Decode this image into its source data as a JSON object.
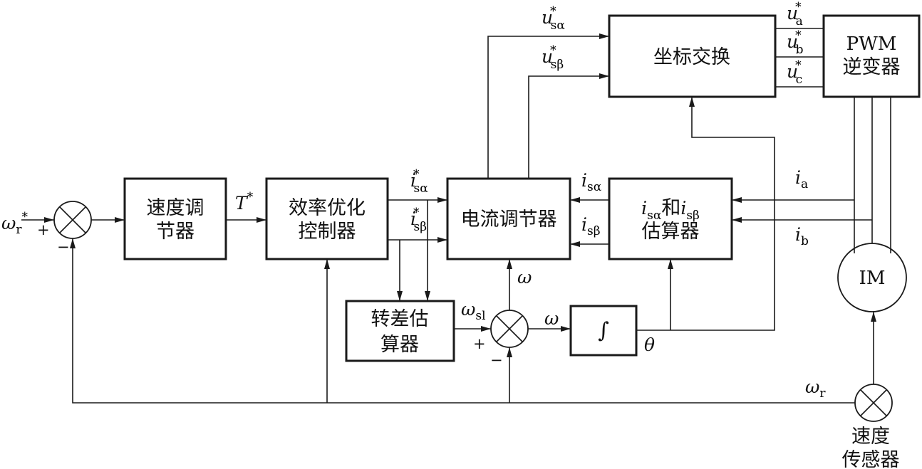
{
  "blocks": {
    "speed_reg": [
      "速度调",
      "节器"
    ],
    "eff_ctrl": [
      "效率优化",
      "控制器"
    ],
    "current_reg": "电流调节器",
    "coord": "坐标交换",
    "pwm": [
      "PWM",
      "逆变器"
    ],
    "estimator": [
      "和",
      "估算器"
    ],
    "slip": [
      "转差估",
      "算器"
    ],
    "motor": "IM",
    "integrator": "∫",
    "sensor": [
      "速度",
      "传感器"
    ]
  },
  "signals": {
    "omega": "ω",
    "r": "r",
    "star": "*",
    "T": "T",
    "i": "i",
    "u": "u",
    "s_alpha": "sα",
    "s_beta": "sβ",
    "a": "a",
    "b": "b",
    "c": "c",
    "sl": "sl",
    "theta": "θ"
  },
  "signs": {
    "plus": "+",
    "minus": "−"
  }
}
